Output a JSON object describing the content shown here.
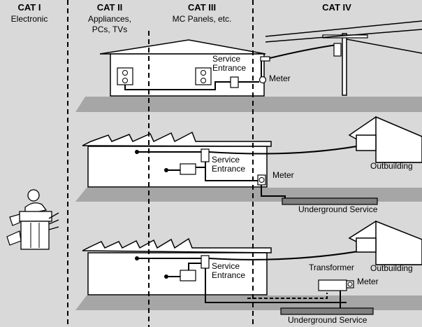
{
  "categories": [
    {
      "title": "CAT I",
      "subtitle": "Electronic",
      "subtitle2": ""
    },
    {
      "title": "CAT II",
      "subtitle": "Appliances,",
      "subtitle2": "PCs, TVs"
    },
    {
      "title": "CAT III",
      "subtitle": "MC Panels, etc.",
      "subtitle2": ""
    },
    {
      "title": "CAT IV",
      "subtitle": "",
      "subtitle2": ""
    }
  ],
  "labels": {
    "service_1": "Service",
    "entrance_1": "Entrance",
    "meter_1": "Meter",
    "service_2": "Service",
    "entrance_2": "Entrance",
    "meter_2": "Meter",
    "outbuilding_2": "Outbuilding",
    "underground_2": "Underground Service",
    "service_3": "Service",
    "entrance_3": "Entrance",
    "transformer_3": "Transformer",
    "outbuilding_3": "Outbuilding",
    "meter_3": "Meter",
    "underground_3": "Underground Service"
  },
  "colors": {
    "background": "#d9d9d9",
    "ground": "#a6a6a6",
    "building": "#ffffff",
    "line": "#000000"
  }
}
